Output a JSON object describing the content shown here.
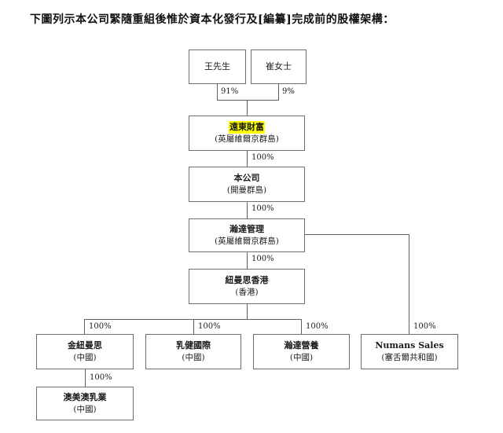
{
  "title": "下圖列示本公司緊隨重組後惟於資本化發行及[編纂]完成前的股權架構：",
  "colors": {
    "background": "#ffffff",
    "highlight": "#ffff00",
    "line": "#5f5f5f",
    "border": "#6e6e6e",
    "text": "#1c1c1c"
  },
  "nodes": {
    "wang": {
      "name": "王先生"
    },
    "cui": {
      "name": "崔女士"
    },
    "far_east_wealth": {
      "name": "遠東財富",
      "jurisdiction": "(英屬維爾京群島)",
      "highlighted": true
    },
    "company": {
      "name": "本公司",
      "jurisdiction": "(開曼群島)"
    },
    "handa_management": {
      "name": "瀚達管理",
      "jurisdiction": "(英屬維爾京群島)"
    },
    "numans_hk": {
      "name": "紐曼思香港",
      "jurisdiction": "(香港)"
    },
    "jin_numans": {
      "name": "金紐曼思",
      "jurisdiction": "(中國)"
    },
    "rujian_intl": {
      "name": "乳健國際",
      "jurisdiction": "(中國)"
    },
    "handa_nutrition": {
      "name": "瀚達營養",
      "jurisdiction": "(中國)"
    },
    "numans_sales": {
      "name": "Numans Sales",
      "jurisdiction": "(塞舌爾共和國)"
    },
    "aomeiao_dairy": {
      "name": "澳美澳乳業",
      "jurisdiction": "(中國)"
    }
  },
  "ownership_labels": {
    "wang_to_far_east": "91%",
    "cui_to_far_east": "9%",
    "far_east_to_company": "100%",
    "company_to_handa_management": "100%",
    "handa_management_to_numans_hk": "100%",
    "numans_hk_to_jin_numans": "100%",
    "numans_hk_to_rujian_intl": "100%",
    "numans_hk_to_handa_nutrition": "100%",
    "handa_management_to_numans_sales": "100%",
    "jin_numans_to_aomeiao_dairy": "100%"
  }
}
